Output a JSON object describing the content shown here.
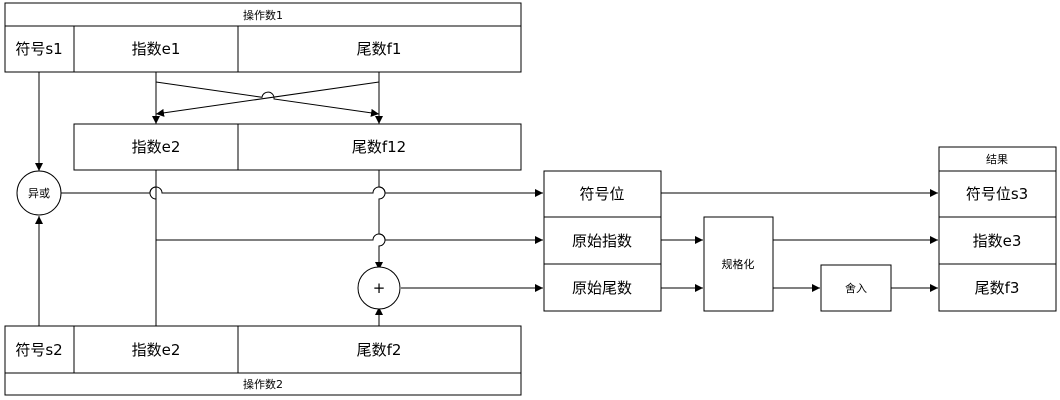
{
  "operand1": {
    "caption": "操作数1",
    "sign": "符号s1",
    "exponent": "指数e1",
    "mantissa": "尾数f1"
  },
  "middle": {
    "exponent": "指数e2",
    "mantissa": "尾数f12"
  },
  "operand2": {
    "caption": "操作数2",
    "sign": "符号s2",
    "exponent": "指数e2",
    "mantissa": "尾数f2"
  },
  "ops": {
    "xor": "异或",
    "add": "+"
  },
  "stage": {
    "sign_bit": "符号位",
    "raw_exponent": "原始指数",
    "raw_mantissa": "原始尾数",
    "normalize": "规格化",
    "round": "舍入"
  },
  "result": {
    "caption": "结果",
    "sign": "符号位s3",
    "exponent": "指数e3",
    "mantissa": "尾数f3"
  }
}
